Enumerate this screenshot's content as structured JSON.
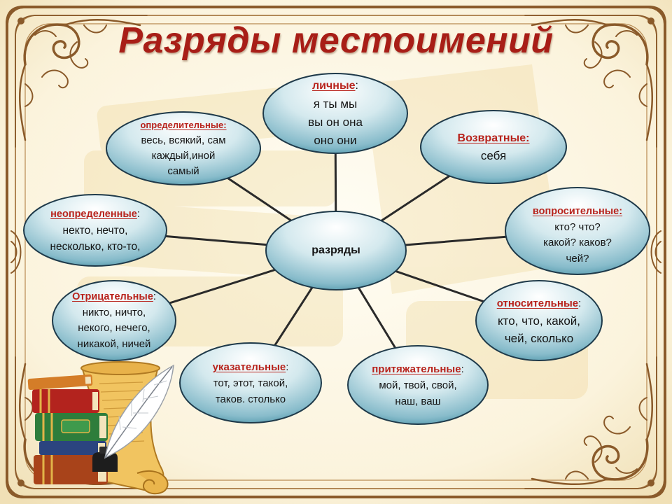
{
  "title": "Разряды местоимений",
  "center": {
    "label": "разряды"
  },
  "categories": [
    {
      "label": "личные",
      "suffix": ":",
      "lines": [
        "я ты мы",
        "вы он она",
        "оно они"
      ]
    },
    {
      "label": "определительные:",
      "lines": [
        "весь, всякий, сам",
        "каждый,иной",
        "самый"
      ]
    },
    {
      "label": "Возвратные:",
      "lines": [
        "себя"
      ]
    },
    {
      "label": "неопределенные",
      "suffix": ":",
      "lines": [
        "некто, нечто,",
        "несколько, кто-то,"
      ]
    },
    {
      "label": "вопросительные:",
      "lines": [
        "кто? что?",
        "какой? каков?",
        "чей?"
      ]
    },
    {
      "label": "Отрицательные",
      "suffix": ":",
      "lines": [
        "никто, ничто,",
        "некого, нечего,",
        "никакой, ничей"
      ]
    },
    {
      "label": "относительные",
      "suffix": ":",
      "lines": [
        "кто, что, какой,",
        "чей, сколько"
      ]
    },
    {
      "label": "указательные",
      "suffix": ":",
      "lines": [
        "тот, этот, такой,",
        "таков. столько"
      ]
    },
    {
      "label": "притяжательные",
      "suffix": ":",
      "lines": [
        "мой, твой, свой,",
        "наш, ваш"
      ]
    }
  ],
  "colors": {
    "title_red": "#a81e17",
    "label_red": "#b8231c",
    "text": "#141414",
    "ellipse_light": "#ffffff",
    "ellipse_mid": "#d4e9ee",
    "ellipse_edge": "#3a879d",
    "ellipse_stroke": "#1f3a4a",
    "connector": "#2a2a2a",
    "frame_brown": "#8a5a2a",
    "background": "#fbf3dc"
  }
}
